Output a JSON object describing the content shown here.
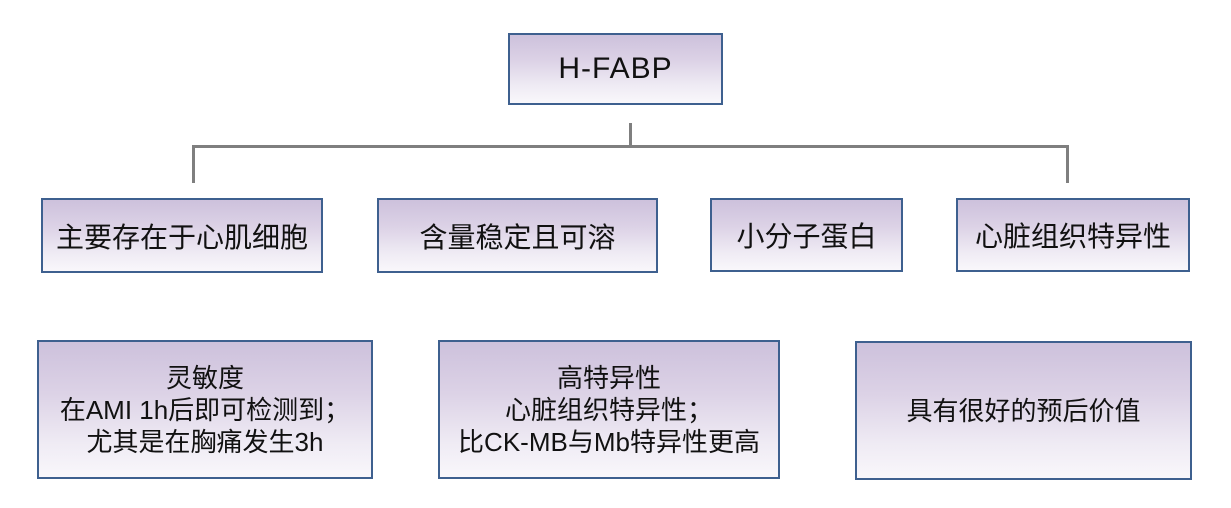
{
  "diagram": {
    "title": "H-FABP characteristics flowchart",
    "root": {
      "label": "H-FABP"
    },
    "features": [
      {
        "label": "主要存在于心肌细胞"
      },
      {
        "label": "含量稳定且可溶"
      },
      {
        "label": "小分子蛋白"
      },
      {
        "label": "心脏组织特异性"
      }
    ],
    "details": [
      {
        "lines": [
          "灵敏度",
          "在AMI 1h后即可检测到；",
          "尤其是在胸痛发生3h"
        ]
      },
      {
        "lines": [
          "高特异性",
          "心脏组织特异性；",
          "比CK-MB与Mb特异性更高"
        ]
      },
      {
        "lines": [
          "具有很好的预后价值"
        ]
      }
    ],
    "colors": {
      "box_border": "#3e608f",
      "box_fill_top": "#cdc1dc",
      "box_fill_bottom": "#f9f7fb",
      "connector": "#7f7f7f",
      "text": "#111111",
      "background": "#ffffff"
    }
  }
}
